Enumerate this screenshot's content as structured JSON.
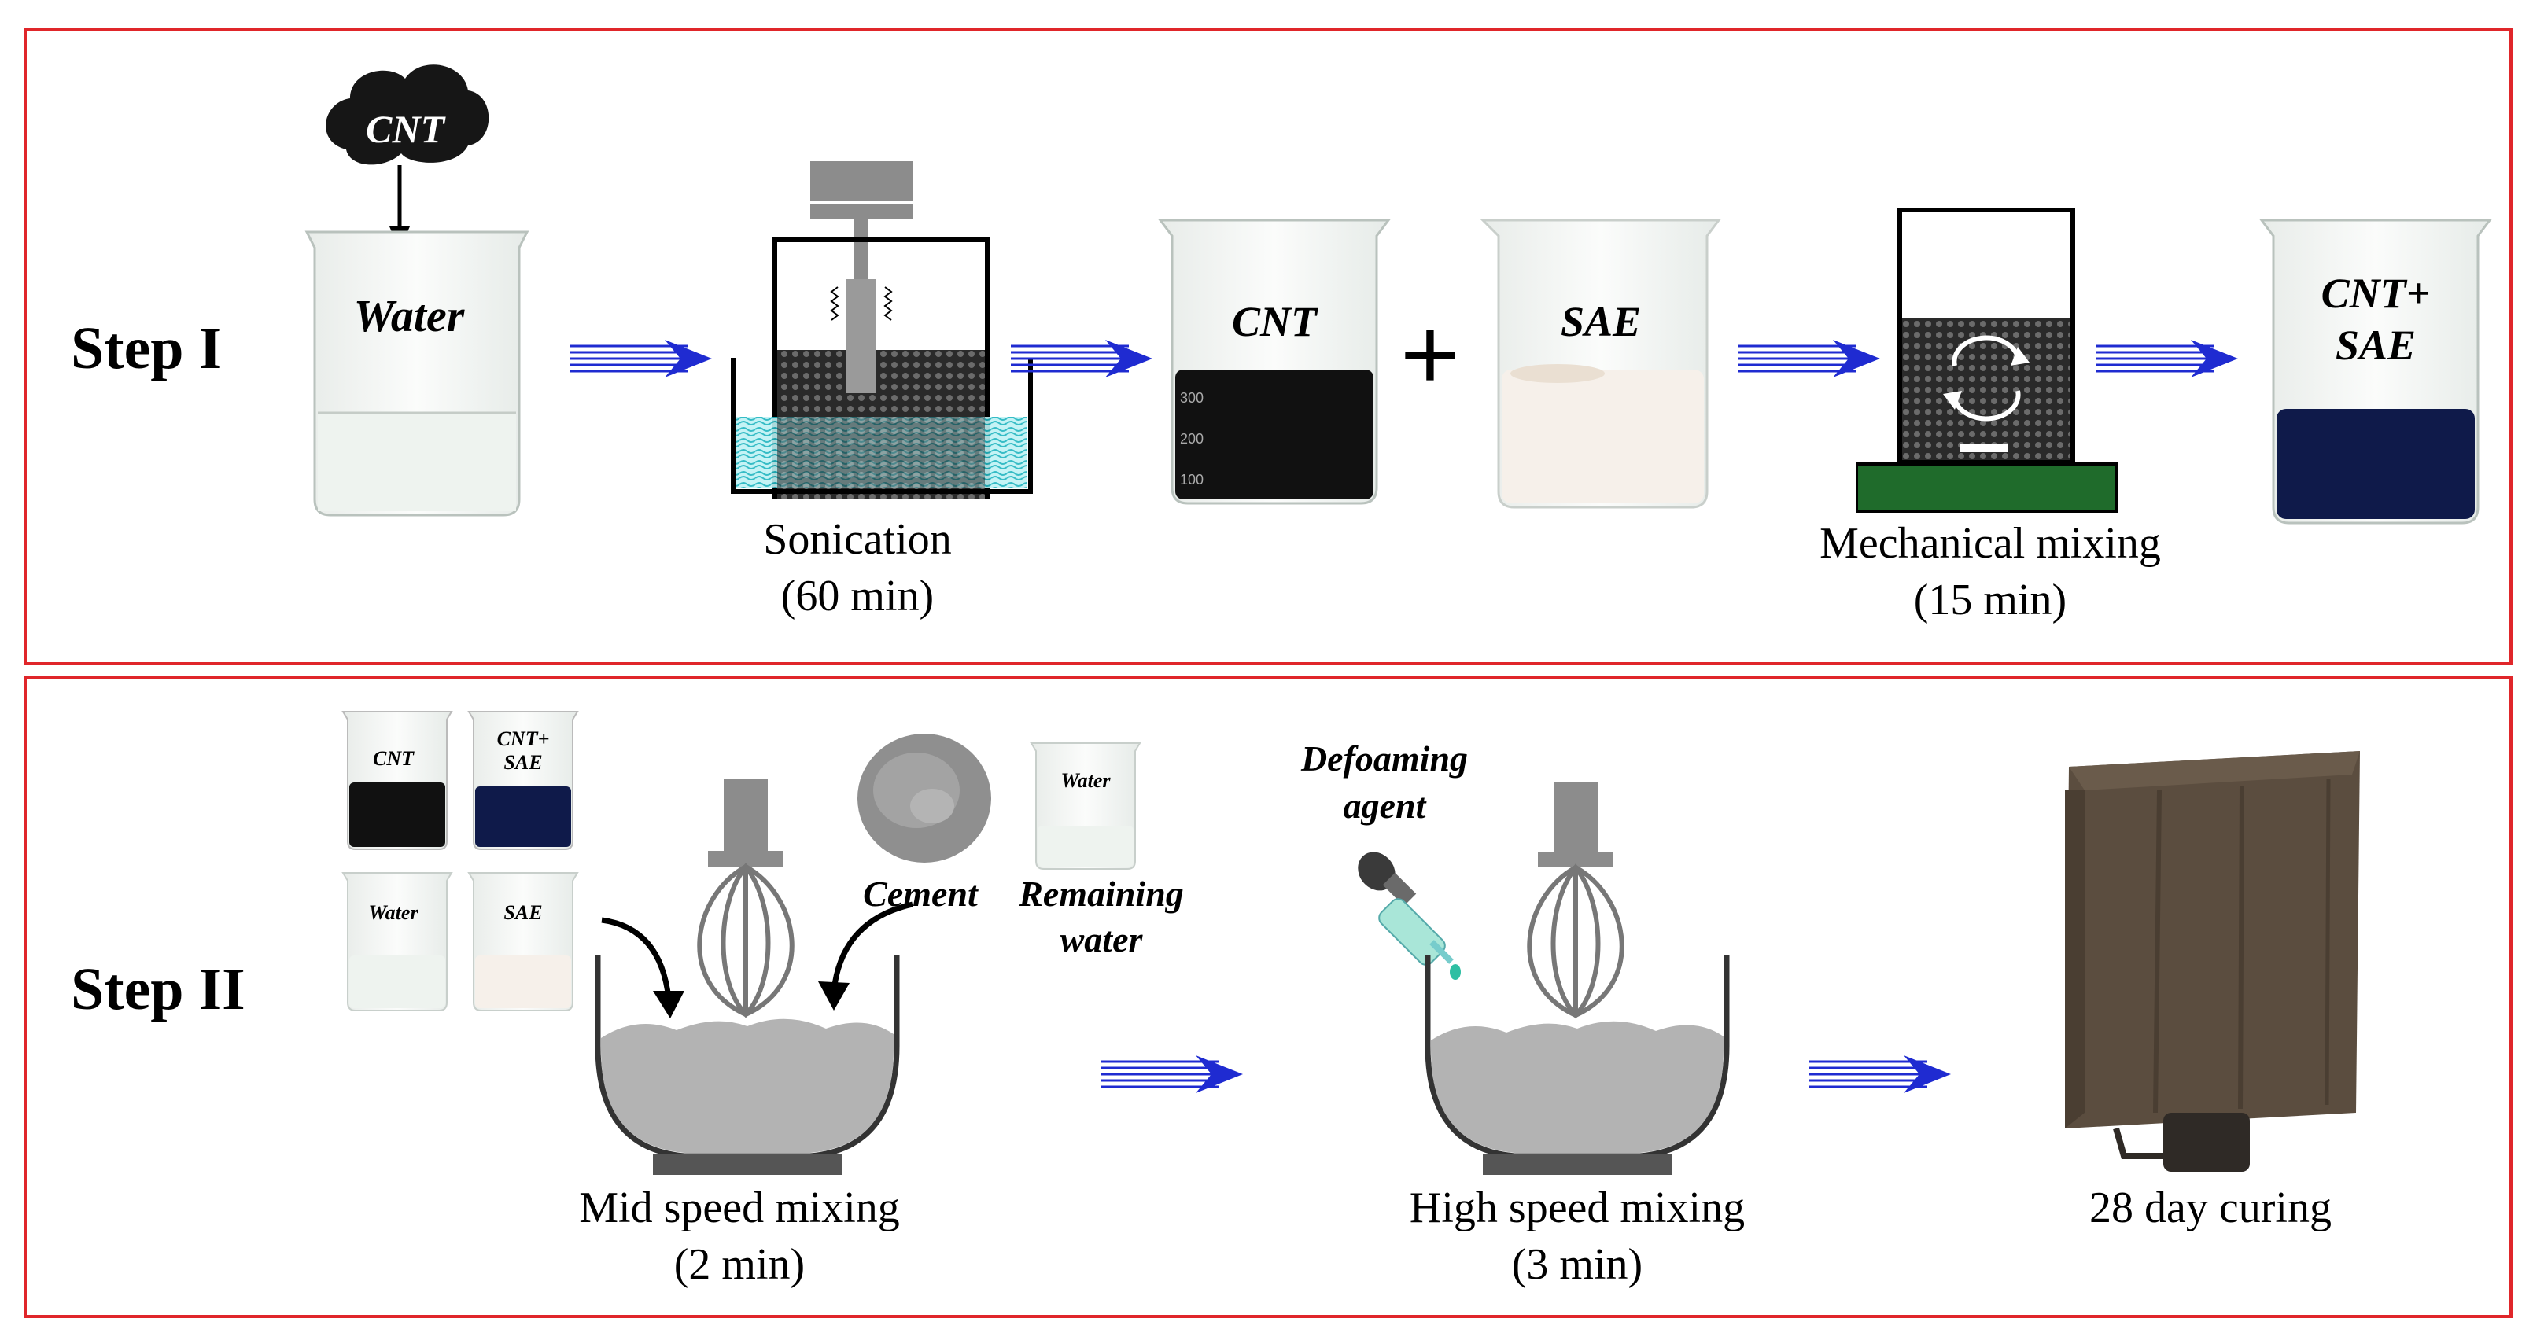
{
  "step1": {
    "label": "Step I",
    "cnt_cloud_label": "CNT",
    "water_beaker_label": "Water",
    "sonication_caption": [
      "Sonication",
      "(60 min)"
    ],
    "cnt_beaker_label": "CNT",
    "plus": "+",
    "sae_beaker_label": "SAE",
    "mech_caption": [
      "Mechanical mixing",
      "(15 min)"
    ],
    "cnt_sae_label": [
      "CNT+",
      "SAE"
    ],
    "beaker_ticks": [
      "300",
      "200",
      "100"
    ]
  },
  "step2": {
    "label": "Step II",
    "mini_cnt": "CNT",
    "mini_cnt_sae": [
      "CNT+",
      "SAE"
    ],
    "mini_water": "Water",
    "mini_sae": "SAE",
    "cement_label": "Cement",
    "remaining_water_label": [
      "Remaining",
      "water"
    ],
    "mini_water_right": "Water",
    "mid_caption": [
      "Mid speed mixing",
      "(2 min)"
    ],
    "defoaming_label": [
      "Defoaming",
      "agent"
    ],
    "high_caption": [
      "High speed mixing",
      "(3 min)"
    ],
    "curing_caption": "28 day curing"
  },
  "colors": {
    "frame": "#e0262a",
    "arrow": "#1f2bd1",
    "cnt_liquid": "#111111",
    "cnt_sae_liquid": "#0f1a4a",
    "sae_liquid": "#f5efe8",
    "bath": "#3fd0d8",
    "mixer_base": "#1f6b2b",
    "mortar": "#5b4d3f"
  }
}
